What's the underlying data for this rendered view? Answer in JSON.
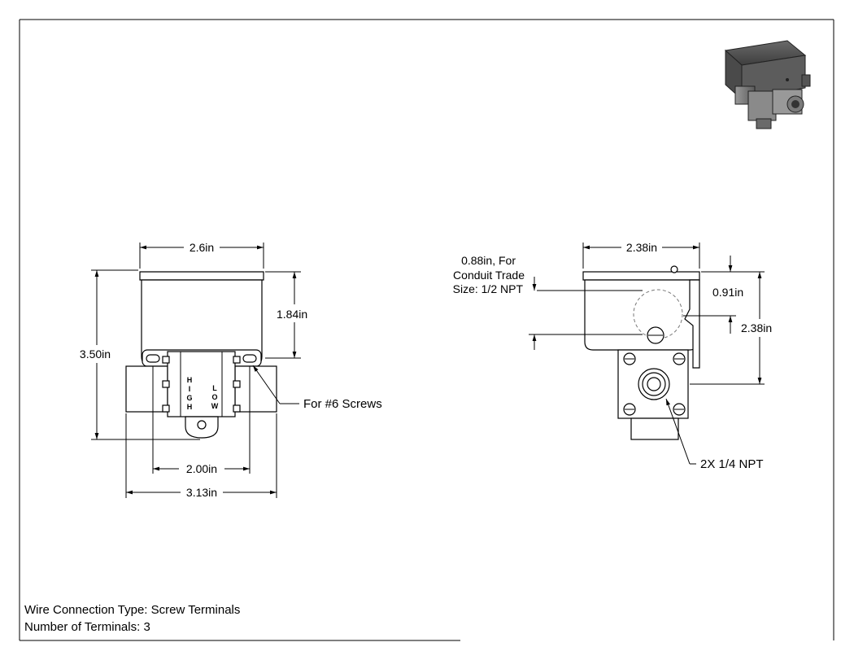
{
  "drawing": {
    "front_view": {
      "width_dim": "2.6in",
      "height_dim": "3.50in",
      "cover_height_dim": "1.84in",
      "screw_note": "For #6 Screws",
      "mount_spacing_dim": "2.00in",
      "overall_width_dim": "3.13in",
      "port_label_high": [
        "H",
        "I",
        "G",
        "H"
      ],
      "port_label_low": [
        "L",
        "O",
        "W"
      ]
    },
    "side_view": {
      "width_dim": "2.38in",
      "conduit_note_lines": [
        "0.88in, For",
        "Conduit Trade",
        "Size: 1/2 NPT"
      ],
      "offset_dim": "0.91in",
      "height_dim": "2.38in",
      "port_note": "2X 1/4 NPT"
    },
    "notes": {
      "wire_connection": "Wire Connection Type: Screw Terminals",
      "terminals": "Number of Terminals: 3"
    }
  }
}
